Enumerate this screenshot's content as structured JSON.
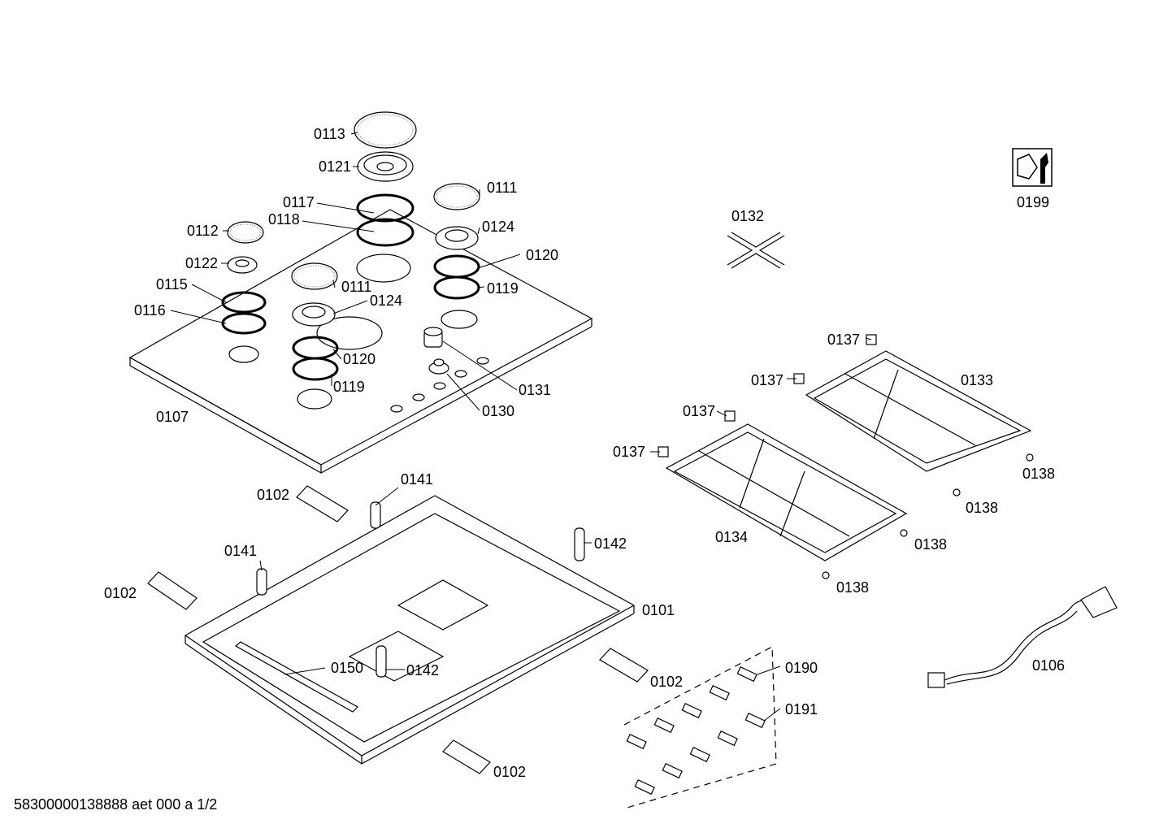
{
  "diagram": {
    "footer_text": "58300000138888 aet 000 a 1/2",
    "part_labels": {
      "p0101": "0101",
      "p0102a": "0102",
      "p0102b": "0102",
      "p0102c": "0102",
      "p0102d": "0102",
      "p0106": "0106",
      "p0107": "0107",
      "p0111a": "0111",
      "p0111b": "0111",
      "p0112": "0112",
      "p0113": "0113",
      "p0115": "0115",
      "p0116": "0116",
      "p0117": "0117",
      "p0118": "0118",
      "p0119a": "0119",
      "p0119b": "0119",
      "p0120a": "0120",
      "p0120b": "0120",
      "p0121": "0121",
      "p0122": "0122",
      "p0124a": "0124",
      "p0124b": "0124",
      "p0130": "0130",
      "p0131": "0131",
      "p0132": "0132",
      "p0133": "0133",
      "p0134": "0134",
      "p0137a": "0137",
      "p0137b": "0137",
      "p0137c": "0137",
      "p0137d": "0137",
      "p0138a": "0138",
      "p0138b": "0138",
      "p0138c": "0138",
      "p0138d": "0138",
      "p0141a": "0141",
      "p0141b": "0141",
      "p0142a": "0142",
      "p0142b": "0142",
      "p0150": "0150",
      "p0190": "0190",
      "p0191": "0191",
      "p0199": "0199"
    },
    "icons": [
      "tool-kit-icon"
    ]
  }
}
